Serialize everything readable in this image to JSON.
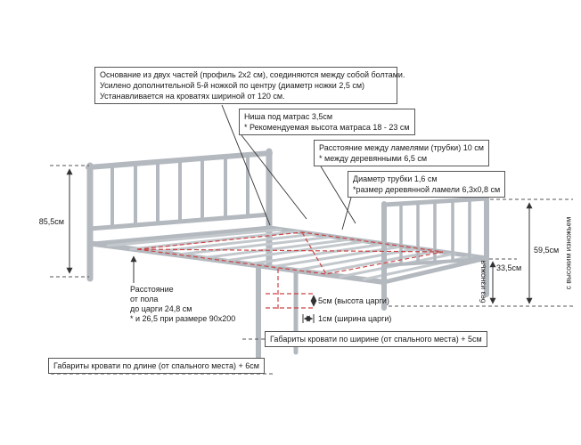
{
  "canvas": {
    "width": "652",
    "height": "500"
  },
  "colors": {
    "background": "#ffffff",
    "frame_gray": "#b4b9bf",
    "slat_gray": "#c3c8cd",
    "dashed_red": "#cc4444",
    "dim_black": "#333333",
    "box_border": "#555555",
    "text": "#1a1a1a"
  },
  "callouts": {
    "base": {
      "lines": [
        "Основание из двух частей (профиль 2x2 см), соединяются между собой болтами.",
        "Усилено дополнительной 5-й ножкой по центру (диаметр ножки 2,5 см)",
        "Устанавливается на кроватях шириной от 120 см."
      ]
    },
    "niche": {
      "lines": [
        "Ниша под матрас 3,5см",
        "* Рекомендуемая высота матраса 18 - 23 см"
      ]
    },
    "slat_spacing": {
      "lines": [
        "Расстояние между ламелями (трубки) 10 см",
        "* между деревянными 6,5 см"
      ]
    },
    "tube": {
      "lines": [
        "Диаметр трубки 1,6 см",
        "*размер деревянной ламели 6,3x0,8 см"
      ]
    },
    "overall_width": "Габариты кровати по ширине (от спального места) + 5см",
    "overall_length": "Габариты кровати по длине (от спального места) + 6см"
  },
  "dimensions": {
    "headboard_height": "85,5см",
    "floor_to_rail": {
      "lines": [
        "Расстояние",
        "от пола",
        "до царги 24,8 см",
        "* и 26,5 при размере 90x200"
      ]
    },
    "rail_height": "5см (высота царги)",
    "rail_width": "1см (ширина царги)",
    "height_no_footboard": "33,5см",
    "note_no_footboard": "без изножья",
    "height_high_footboard": "59,5см",
    "note_high_footboard": "с высоким изножьем"
  }
}
